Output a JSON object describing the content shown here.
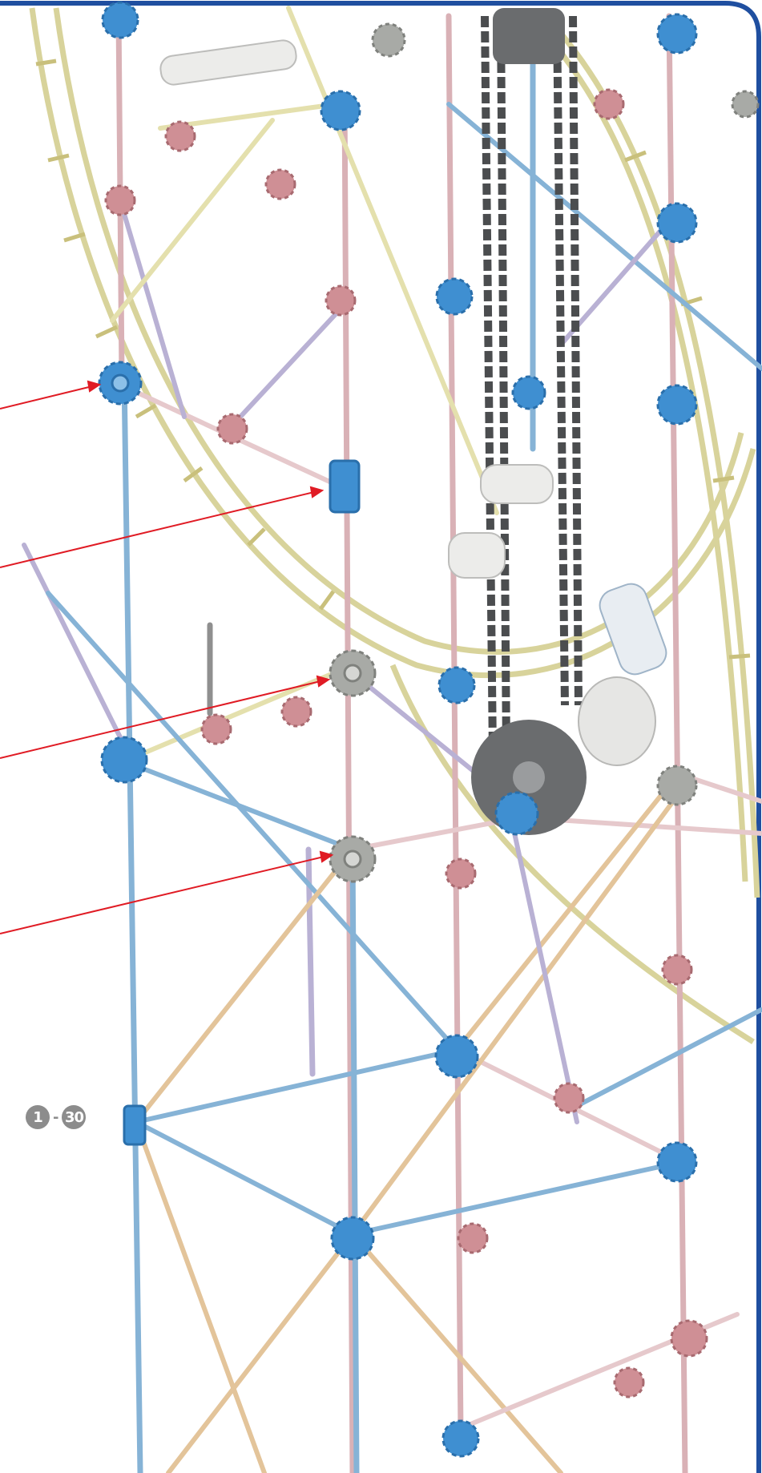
{
  "instruction": {
    "step_start": "1",
    "step_end": "30",
    "separator": "-"
  },
  "colors": {
    "frame_border": "#1f4fa0",
    "callout_line": "#e01b24",
    "rod_blue": "#86b3d6",
    "rod_pink": "#d9b1b6",
    "rod_yellow": "#e4e0ad",
    "rod_tan": "#e3c49a",
    "rod_lavender": "#b9b1d4",
    "connector_blue": "#3f8fd1",
    "connector_pink": "#cf8f95",
    "connector_gray": "#a8aaa6",
    "chain": "#4b4d4f",
    "wheel_gray": "#6a6c6e"
  },
  "callouts": [
    {
      "target": "blue-connector-upper-left"
    },
    {
      "target": "blue-connector-mid"
    },
    {
      "target": "gray-connector-center"
    },
    {
      "target": "gray-connector-lower"
    }
  ]
}
